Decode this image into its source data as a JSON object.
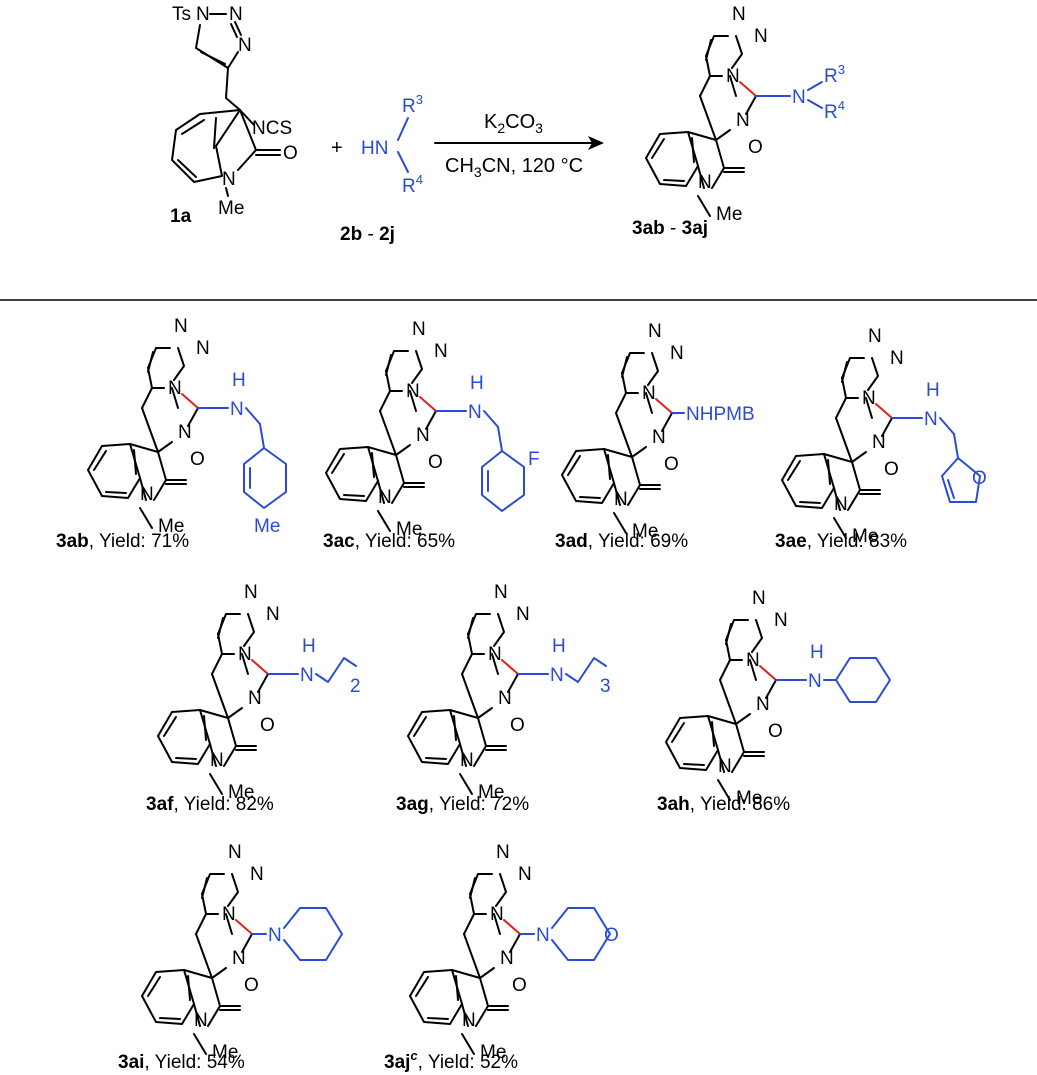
{
  "scheme": {
    "reactant": {
      "id": "1a",
      "groups": {
        "ts": "Ts",
        "ncs": "NCS",
        "me": "Me"
      }
    },
    "reagent": {
      "id_start": "2b",
      "id_sep": " - ",
      "id_end": "2j",
      "groups": {
        "hn": "HN",
        "r3": "R",
        "r3_sup": "3",
        "r4": "R",
        "r4_sup": "4"
      }
    },
    "plus": "+",
    "conditions": {
      "base": "K",
      "base_sub": "2",
      "base_tail": "CO",
      "base_sub2": "3",
      "solvent": "CH",
      "solvent_sub": "3",
      "solvent_tail": "CN, 120 °C"
    },
    "product": {
      "id_start": "3ab",
      "id_sep": " - ",
      "id_end": "3aj",
      "groups": {
        "n": "N",
        "r3": "R",
        "r3_sup": "3",
        "r4": "R",
        "r4_sup": "4"
      }
    }
  },
  "atoms": {
    "n": "N",
    "o": "O",
    "h": "H",
    "me": "Me",
    "f": "F",
    "nhpmb": "NHPMB"
  },
  "compounds": [
    {
      "id": "3ab",
      "yield_text": ", Yield: 71%",
      "substituent": "4-methylbenzylamino"
    },
    {
      "id": "3ac",
      "yield_text": ", Yield: 65%",
      "substituent": "2-fluorobenzylamino"
    },
    {
      "id": "3ad",
      "yield_text": ", Yield: 69%",
      "substituent": "NHPMB"
    },
    {
      "id": "3ae",
      "yield_text": ", Yield: 83%",
      "substituent": "furfurylamino"
    },
    {
      "id": "3af",
      "yield_text": ", Yield: 82%",
      "substituent": "propylamino",
      "chain_n": "2"
    },
    {
      "id": "3ag",
      "yield_text": ", Yield: 72%",
      "substituent": "butylamino",
      "chain_n": "3"
    },
    {
      "id": "3ah",
      "yield_text": ", Yield: 86%",
      "substituent": "cyclohexylamino"
    },
    {
      "id": "3ai",
      "yield_text": ", Yield: 54%",
      "substituent": "piperidino"
    },
    {
      "id": "3aj",
      "id_sup": "c",
      "yield_text": ", Yield: 52%",
      "substituent": "morpholino"
    }
  ],
  "colors": {
    "bond": "#000000",
    "new_bond": "#e0221c",
    "amine": "#2a4bd7"
  }
}
